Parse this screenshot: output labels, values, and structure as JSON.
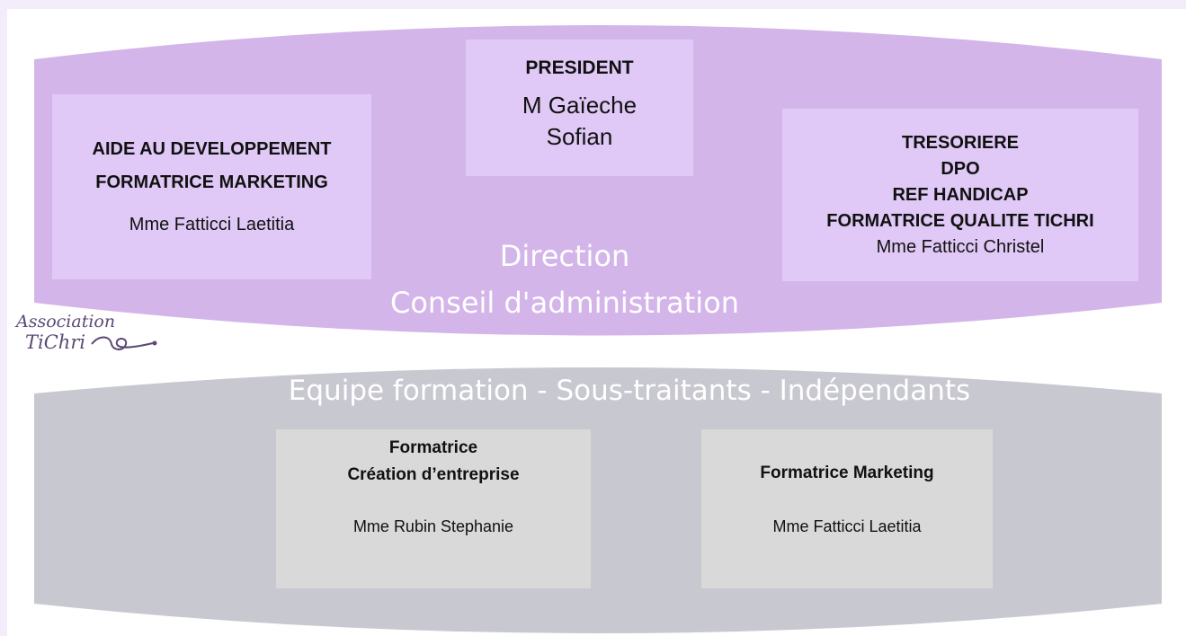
{
  "top_band": {
    "color": "#d4b5ea",
    "label_line1": "Direction",
    "label_line2": "Conseil d'administration"
  },
  "bottom_band": {
    "color": "#c8c8d0",
    "label": "Equipe formation - Sous-traitants - Indépendants"
  },
  "president_box": {
    "title": "PRESIDENT",
    "name_line1": "M Gaïeche",
    "name_line2": "Sofian"
  },
  "aide_box": {
    "title_line1": "AIDE AU DEVELOPPEMENT",
    "title_line2": "FORMATRICE MARKETING",
    "name": "Mme Fatticci Laetitia"
  },
  "tresoriere_box": {
    "title_line1": "TRESORIERE",
    "title_line2": "DPO",
    "title_line3": "REF HANDICAP",
    "title_line4": "FORMATRICE QUALITE TICHRI",
    "name": "Mme Fatticci Christel"
  },
  "creation_box": {
    "title_line1": "Formatrice",
    "title_line2": "Création d’entreprise",
    "name": "Mme Rubin Stephanie"
  },
  "marketing_box": {
    "title": "Formatrice Marketing",
    "name": "Mme Fatticci Laetitia"
  },
  "logo": {
    "line1": "Association",
    "line2": "TiChri"
  }
}
